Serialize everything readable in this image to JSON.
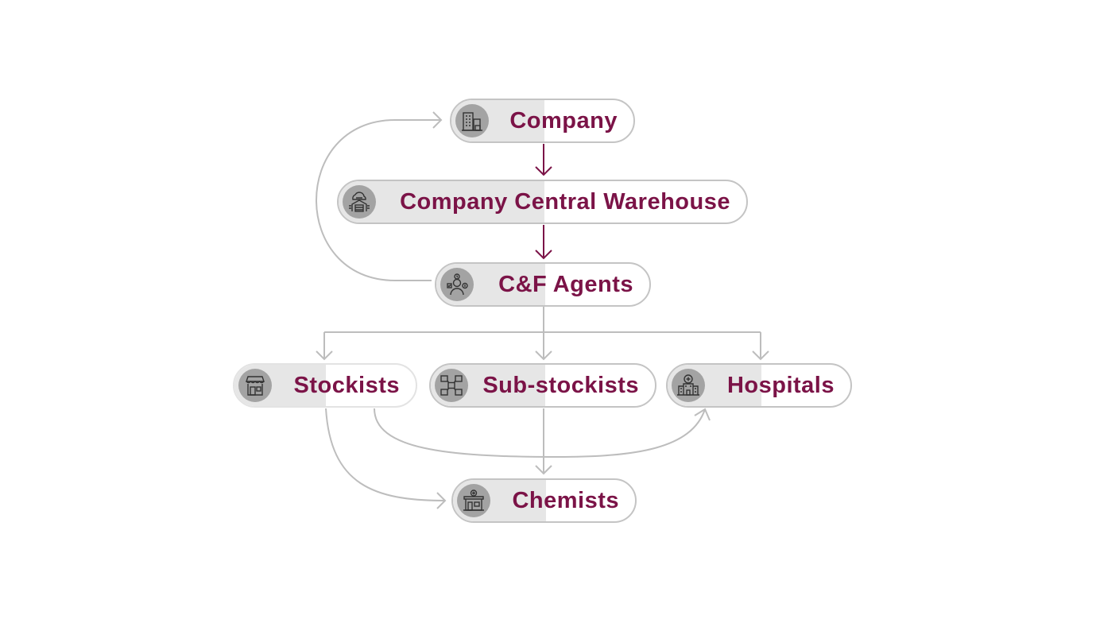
{
  "colors": {
    "accent": "#7b1347",
    "connector": "#bdbdbd",
    "border": "#c4c4c4",
    "shade": "#e6e6e6",
    "icon_bg": "#a3a3a3"
  },
  "nodes": [
    {
      "id": "company",
      "label": "Company",
      "icon": "office-building-icon"
    },
    {
      "id": "warehouse",
      "label": "Company Central Warehouse",
      "icon": "cloud-warehouse-icon"
    },
    {
      "id": "cf_agents",
      "label": "C&F Agents",
      "icon": "agent-person-icon"
    },
    {
      "id": "stockists",
      "label": "Stockists",
      "icon": "storefront-icon"
    },
    {
      "id": "sub_stockists",
      "label": "Sub-stockists",
      "icon": "network-stores-icon"
    },
    {
      "id": "hospitals",
      "label": "Hospitals",
      "icon": "hospital-icon"
    },
    {
      "id": "chemists",
      "label": "Chemists",
      "icon": "pharmacy-icon"
    }
  ],
  "edges": [
    {
      "from": "company",
      "to": "warehouse",
      "style": "accent"
    },
    {
      "from": "warehouse",
      "to": "cf_agents",
      "style": "accent"
    },
    {
      "from": "cf_agents",
      "to": "company",
      "style": "connector"
    },
    {
      "from": "cf_agents",
      "to": "stockists",
      "style": "connector"
    },
    {
      "from": "cf_agents",
      "to": "sub_stockists",
      "style": "connector"
    },
    {
      "from": "cf_agents",
      "to": "hospitals",
      "style": "connector"
    },
    {
      "from": "stockists",
      "to": "chemists",
      "style": "connector"
    },
    {
      "from": "stockists",
      "to": "hospitals",
      "style": "connector"
    },
    {
      "from": "sub_stockists",
      "to": "chemists",
      "style": "connector"
    }
  ]
}
